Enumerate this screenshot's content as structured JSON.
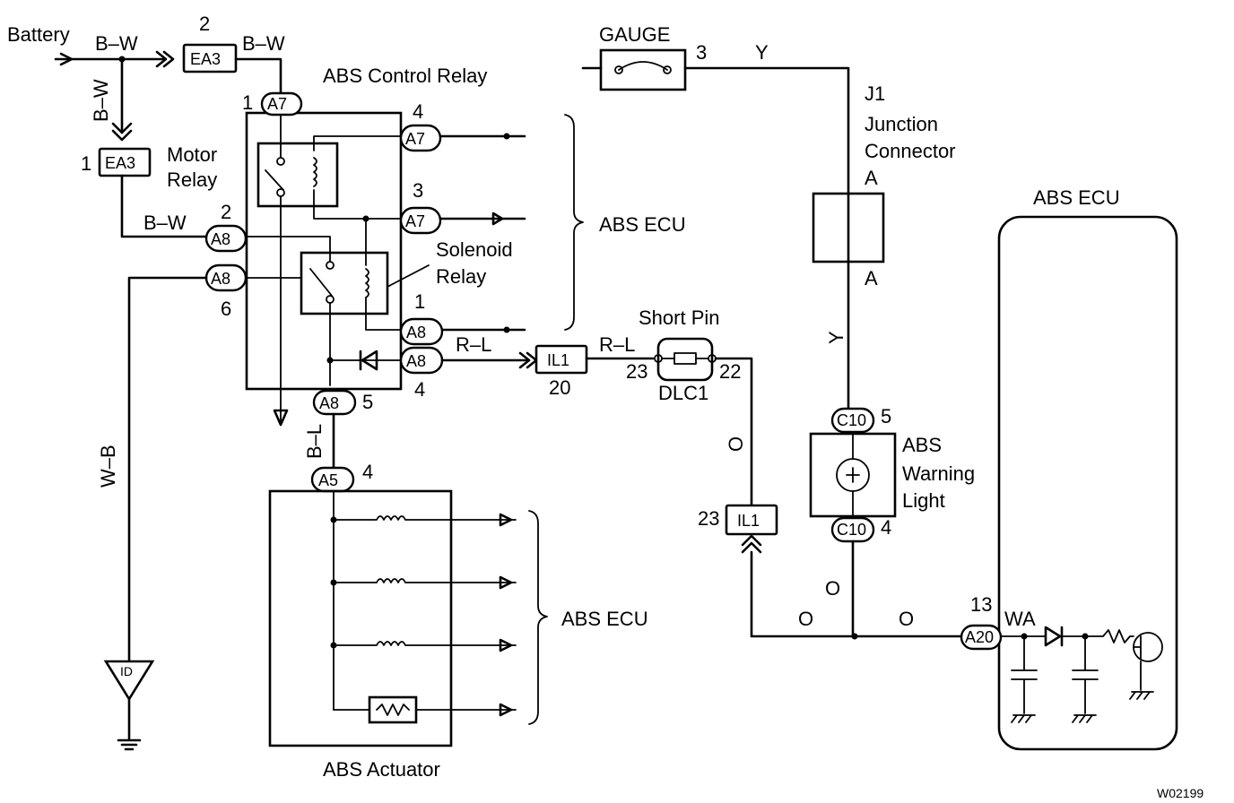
{
  "diagram": {
    "components": {
      "abs_control_relay": "ABS Control Relay",
      "motor_relay_1": "Motor",
      "motor_relay_2": "Relay",
      "solenoid_relay_1": "Solenoid",
      "solenoid_relay_2": "Relay",
      "abs_ecu_1": "ABS ECU",
      "abs_ecu_2": "ABS ECU",
      "abs_ecu_3": "ABS ECU",
      "abs_actuator": "ABS Actuator",
      "gauge_fuse": "GAUGE",
      "junction_1": "J1",
      "junction_2": "Junction",
      "junction_3": "Connector",
      "short_pin": "Short Pin",
      "dlc1": "DLC1",
      "warning_light_1": "ABS",
      "warning_light_2": "Warning",
      "warning_light_3": "Light",
      "battery": "Battery"
    },
    "connectors": {
      "ea3": "EA3",
      "a7": "A7",
      "a8": "A8",
      "a5": "A5",
      "il1": "IL1",
      "c10": "C10",
      "a20": "A20",
      "id": "ID"
    },
    "wire_colors": {
      "bw": "B–W",
      "wb": "W–B",
      "rl": "R–L",
      "bl": "B–L",
      "y": "Y",
      "o": "O",
      "wa": "WA"
    },
    "terminals": {
      "t1": "1",
      "t2": "2",
      "t3": "3",
      "t4": "4",
      "t5": "5",
      "t6": "6",
      "t13": "13",
      "t20": "20",
      "t22": "22",
      "t23": "23",
      "term_a": "A"
    },
    "figure_code": "W02199"
  }
}
